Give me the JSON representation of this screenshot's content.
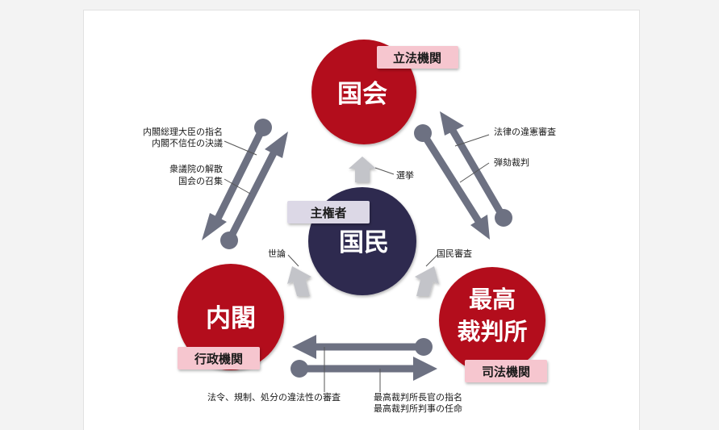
{
  "nodes": {
    "diet": {
      "name": "国会",
      "tag": "立法機関"
    },
    "cabinet": {
      "name": "内閣",
      "tag": "行政機関"
    },
    "court": {
      "name_line1": "最高",
      "name_line2": "裁判所",
      "tag": "司法機関"
    },
    "people": {
      "name": "国民",
      "tag": "主権者"
    }
  },
  "relations": {
    "diet_to_cabinet_1": "内閣総理大臣の指名",
    "diet_to_cabinet_2": "内閣不信任の決議",
    "cabinet_to_diet_1": "衆議院の解散",
    "cabinet_to_diet_2": "国会の召集",
    "court_to_diet": "法律の違憲審査",
    "diet_to_court": "弾劾裁判",
    "people_to_diet": "選挙",
    "people_to_cabinet": "世論",
    "people_to_court": "国民審査",
    "court_to_cabinet": "法令、規制、処分の違法性の審査",
    "cabinet_to_court_1": "最高裁判所長官の指名",
    "cabinet_to_court_2": "最高裁判所判事の任命"
  },
  "colors": {
    "branch": "#b3111a",
    "people": "#2e2a4f",
    "tag": "#f6c6cf",
    "tag_people": "#dcd8e6",
    "arrow": "#6d7182",
    "arrow_light": "#c3c4c9"
  }
}
